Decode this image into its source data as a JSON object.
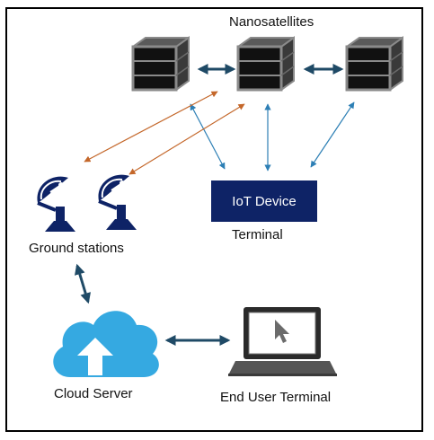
{
  "labels": {
    "nanosatellites": "Nanosatellites",
    "iot_device": "IoT Device",
    "terminal": "Terminal",
    "ground_stations": "Ground stations",
    "cloud_server": "Cloud Server",
    "end_user_terminal": "End User Terminal"
  },
  "colors": {
    "navy": "#0e2366",
    "link_blue": "#2d7fb5",
    "link_orange": "#c4672a",
    "dark_arrow": "#1f4a66",
    "cloud_blue": "#35a9e1",
    "satellite_body": "#1a1a1a",
    "satellite_frame": "#7a7a7a"
  },
  "icons": [
    "cubesat-icon",
    "satellite-dish-icon",
    "cloud-upload-icon",
    "laptop-icon"
  ]
}
